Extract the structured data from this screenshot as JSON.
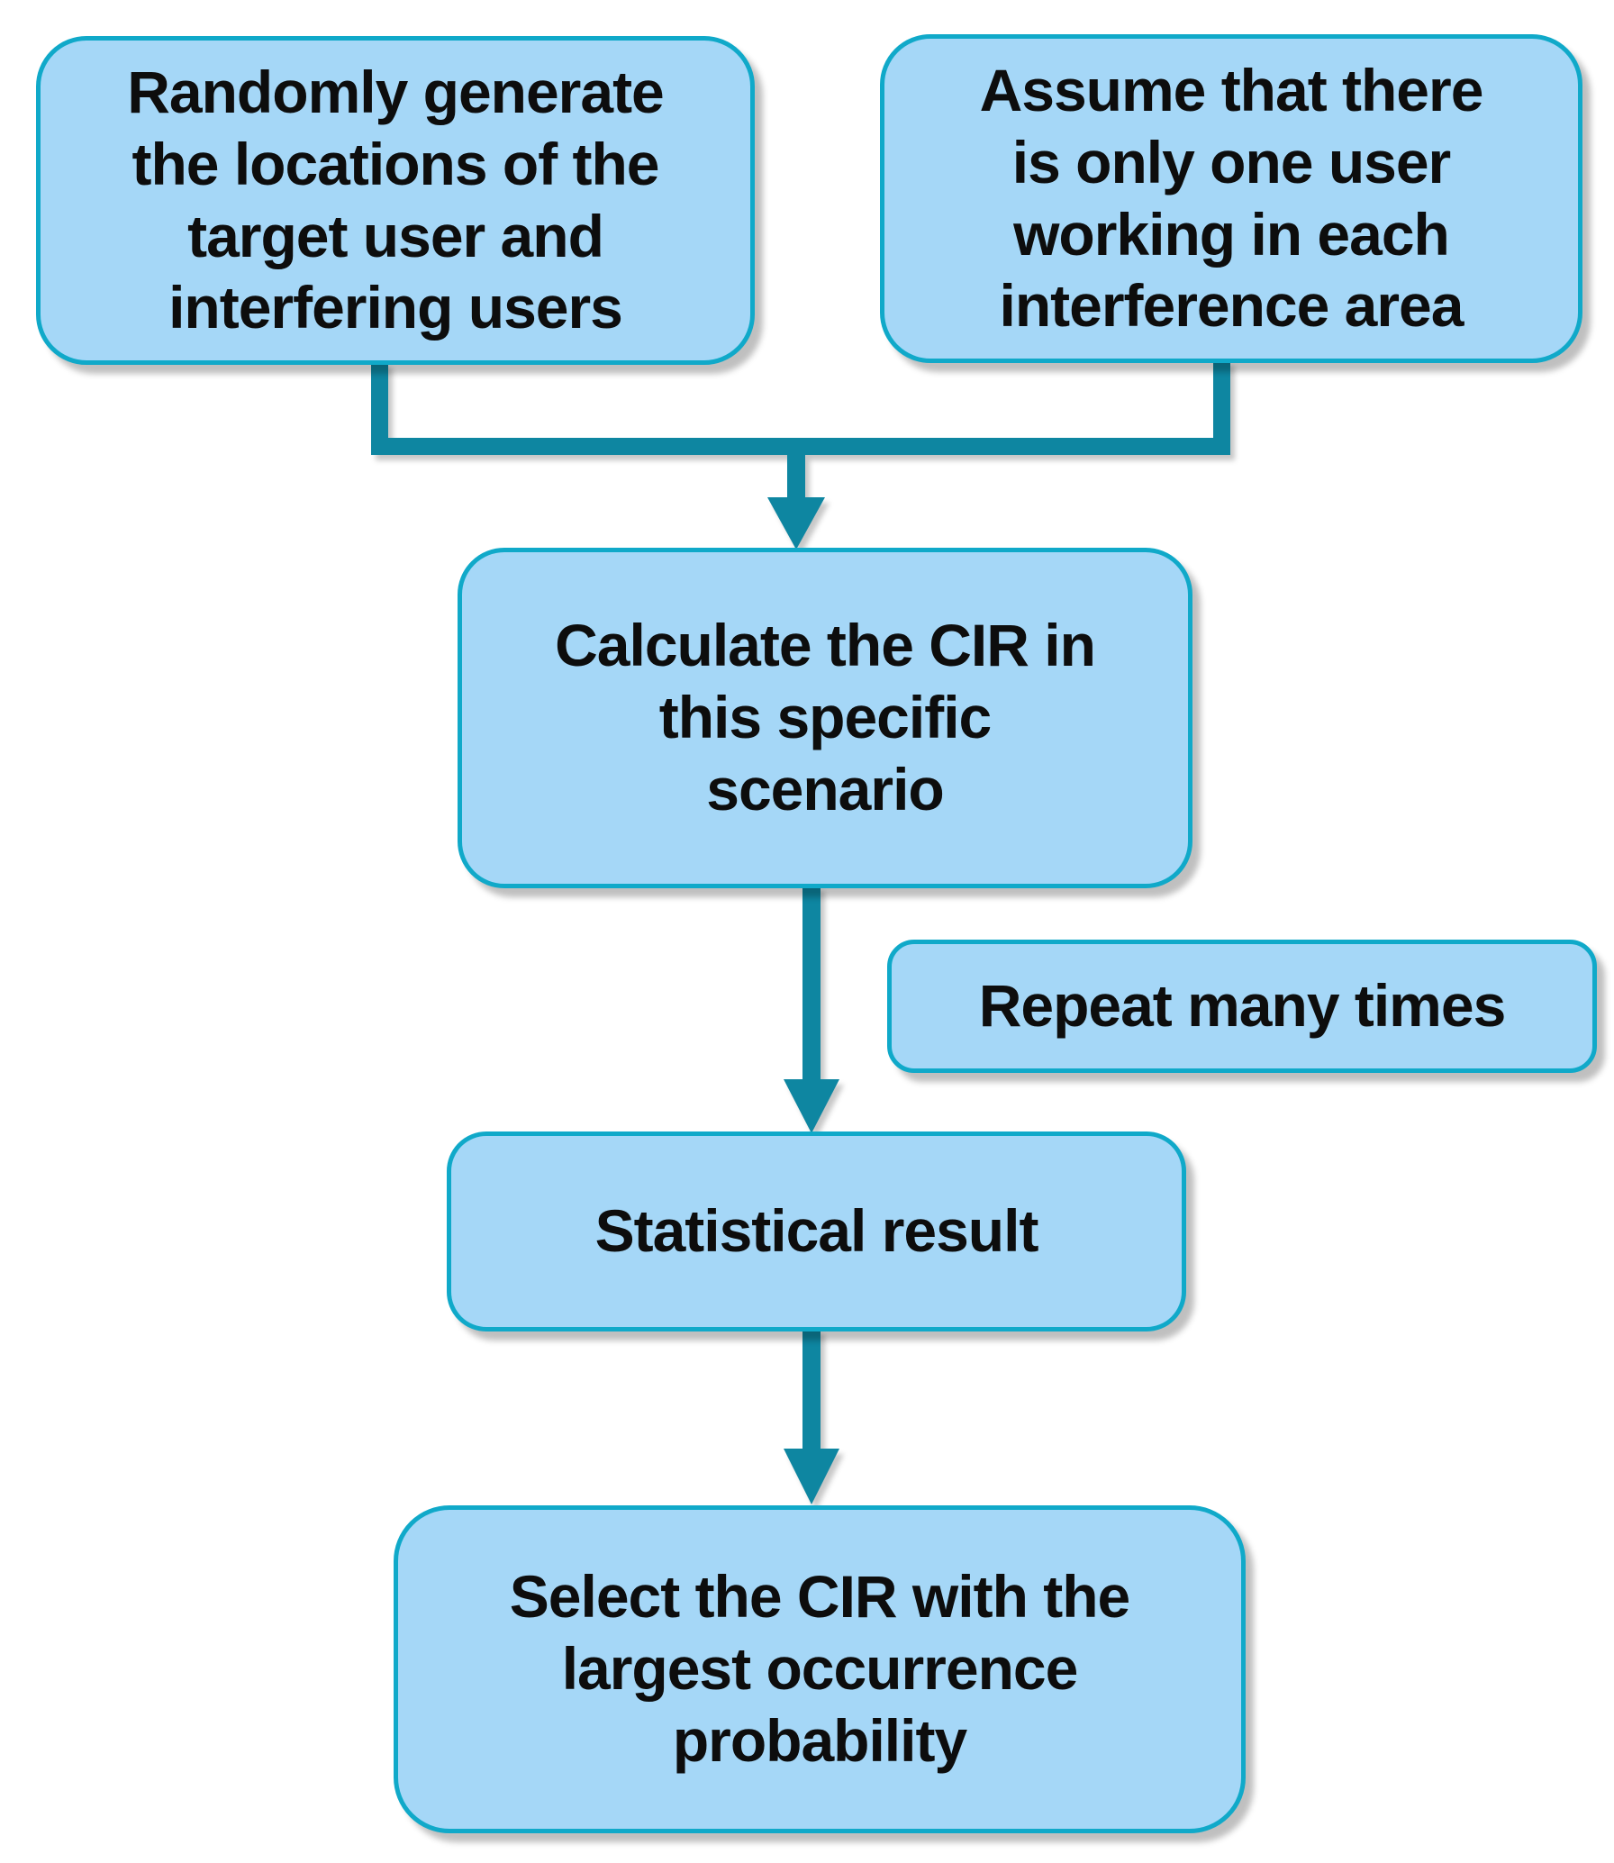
{
  "nodes": {
    "generate": {
      "label": "Randomly generate\nthe locations of the\ntarget user and\ninterfering users"
    },
    "assume": {
      "label": "Assume that there\nis only one user\nworking in each\ninterference area"
    },
    "calculate": {
      "label": "Calculate the CIR in\nthis specific\nscenario"
    },
    "repeat": {
      "label": "Repeat many times"
    },
    "statistical": {
      "label": "Statistical result"
    },
    "select": {
      "label": "Select the CIR with the\nlargest occurrence\nprobability"
    }
  },
  "edges": [
    {
      "from": "generate",
      "to": "calculate",
      "type": "merge-arrow"
    },
    {
      "from": "assume",
      "to": "calculate",
      "type": "merge-arrow"
    },
    {
      "from": "calculate",
      "to": "statistical",
      "type": "arrow",
      "side_note": "repeat"
    },
    {
      "from": "statistical",
      "to": "select",
      "type": "arrow"
    }
  ],
  "colors": {
    "node_fill": "#a5d7f7",
    "node_border": "#10a9c9",
    "connector": "#0e86a1",
    "text": "#0d0d0d",
    "background": "#ffffff"
  }
}
